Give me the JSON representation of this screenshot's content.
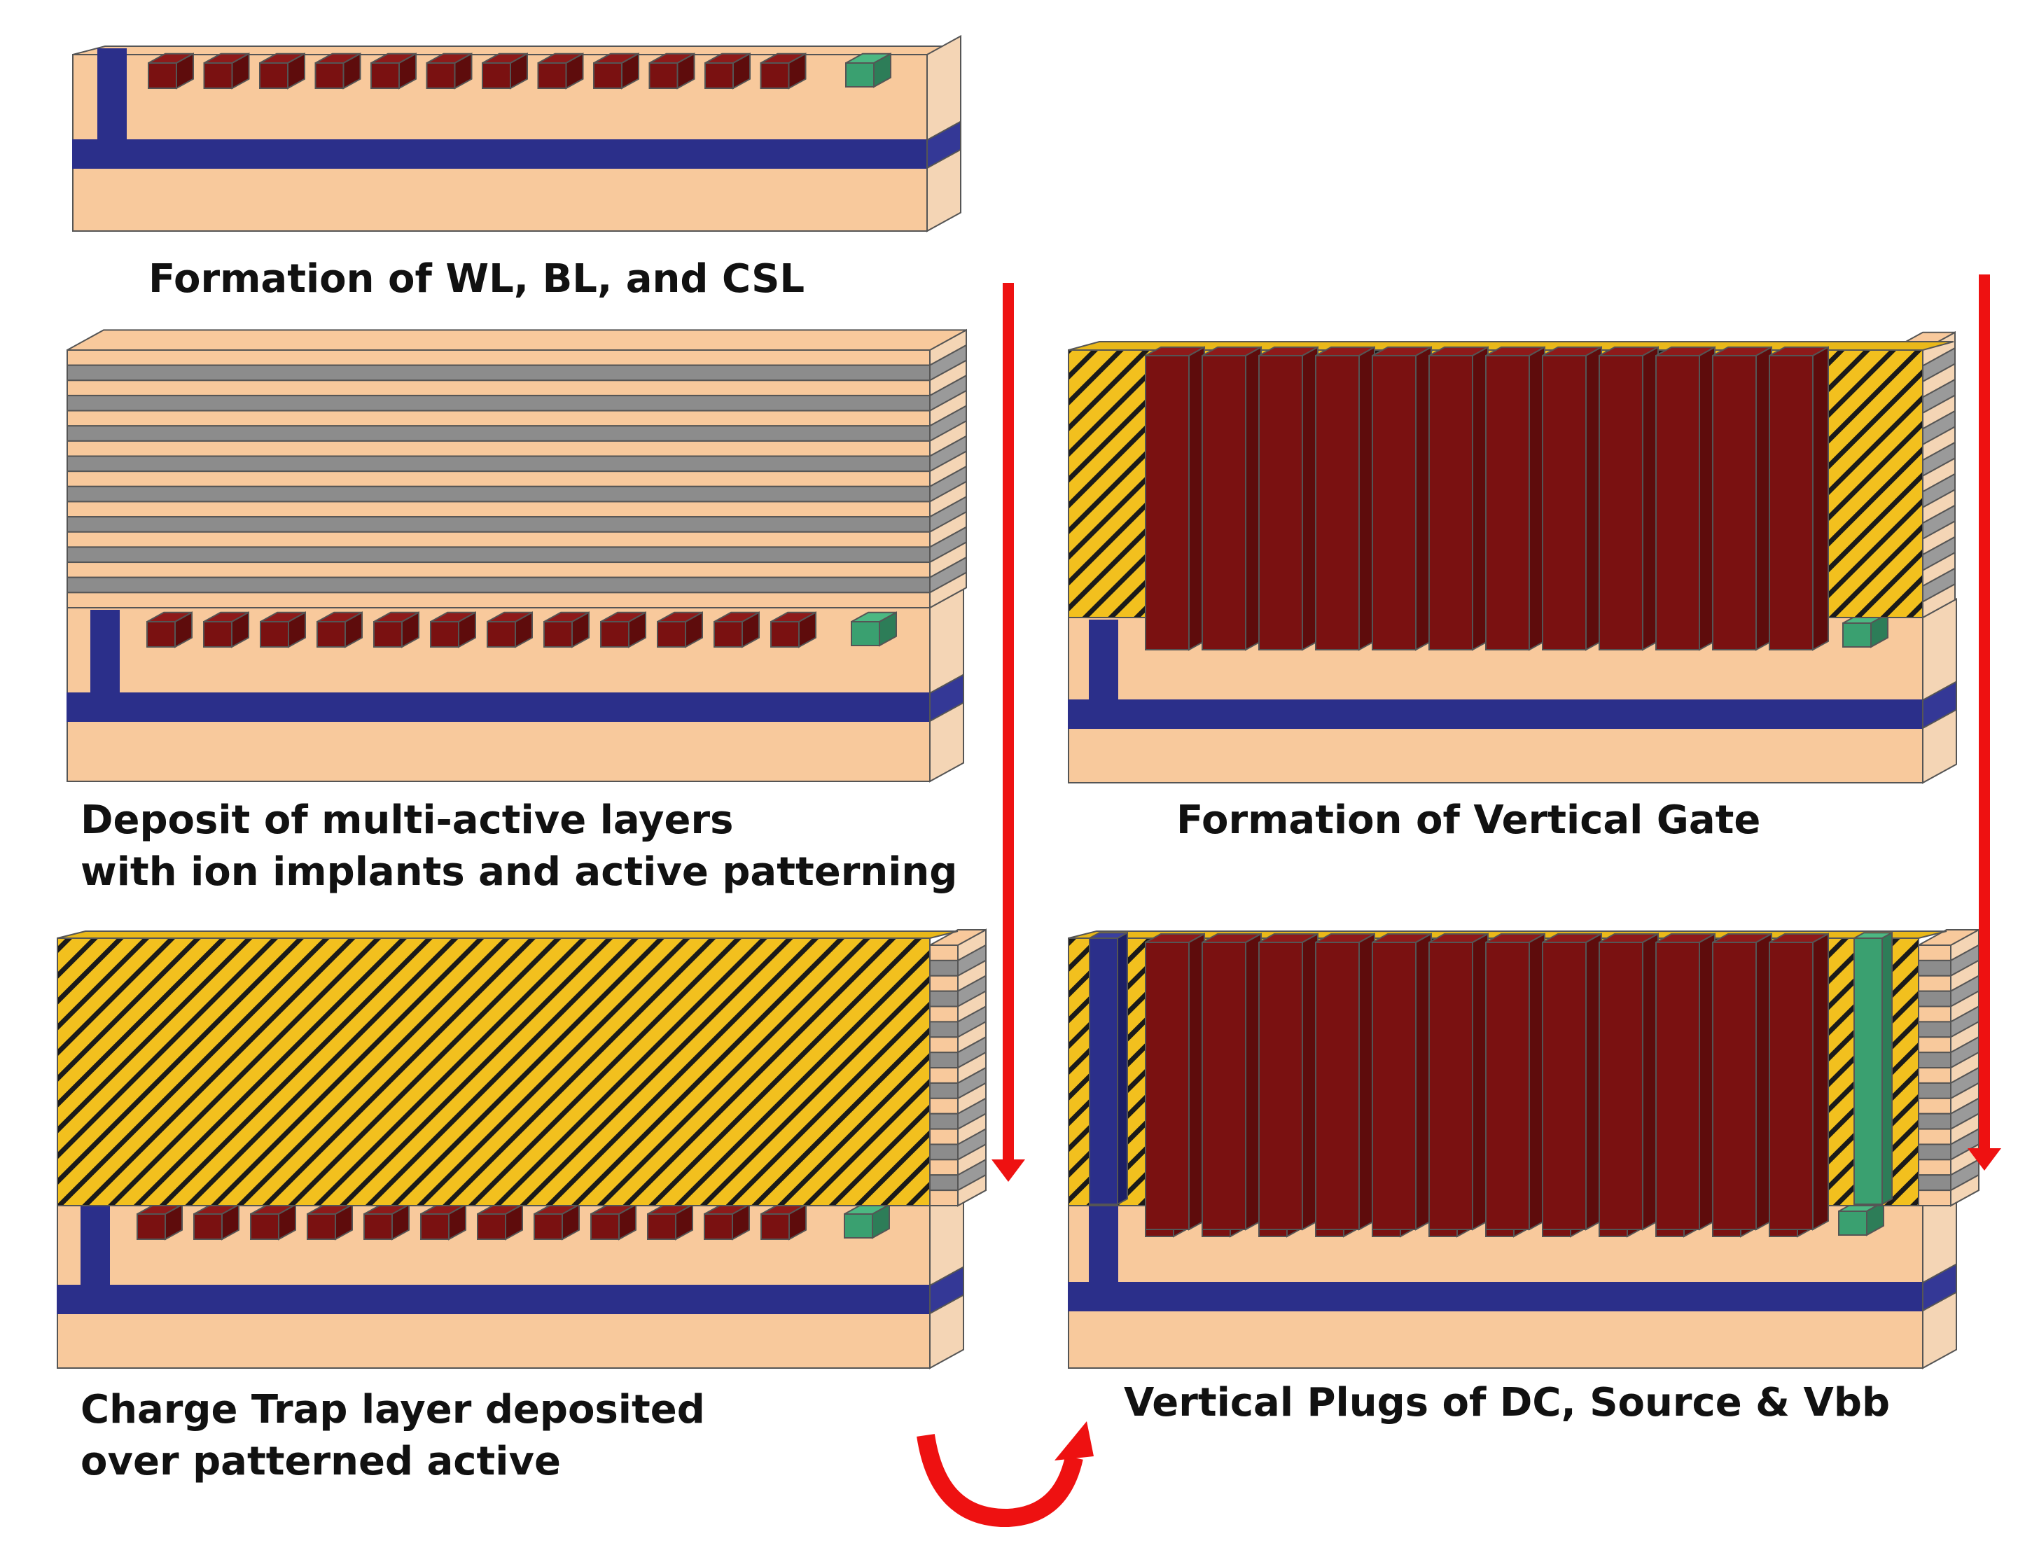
{
  "steps": [
    {
      "id": "step-1",
      "caption_lines": [
        "Formation of WL, BL, and CSL"
      ]
    },
    {
      "id": "step-2",
      "caption_lines": [
        "Deposit of multi-active layers",
        "with ion implants and active patterning"
      ]
    },
    {
      "id": "step-3",
      "caption_lines": [
        "Formation of Vertical Gate"
      ]
    },
    {
      "id": "step-4",
      "caption_lines": [
        "Charge Trap layer deposited",
        "over patterned active"
      ]
    },
    {
      "id": "step-5",
      "caption_lines": [
        "Vertical Plugs of DC, Source & Vbb"
      ]
    }
  ],
  "colors": {
    "substrate": "#f8c99c",
    "substrate_side": "#f4d5b5",
    "buried_line": "#2b2f8a",
    "bit_line_block": "#7a1111",
    "csl_block": "#3aa070",
    "active_layer": "#8c8c8c",
    "charge_trap_yellow": "#f2c01e",
    "charge_trap_stripe": "#1a1a1a",
    "flow_arrow": "#ee1111",
    "outline": "#555555"
  },
  "structure": {
    "bit_line_count": 12,
    "active_layer_count": 8,
    "vertical_gate_count": 12
  }
}
